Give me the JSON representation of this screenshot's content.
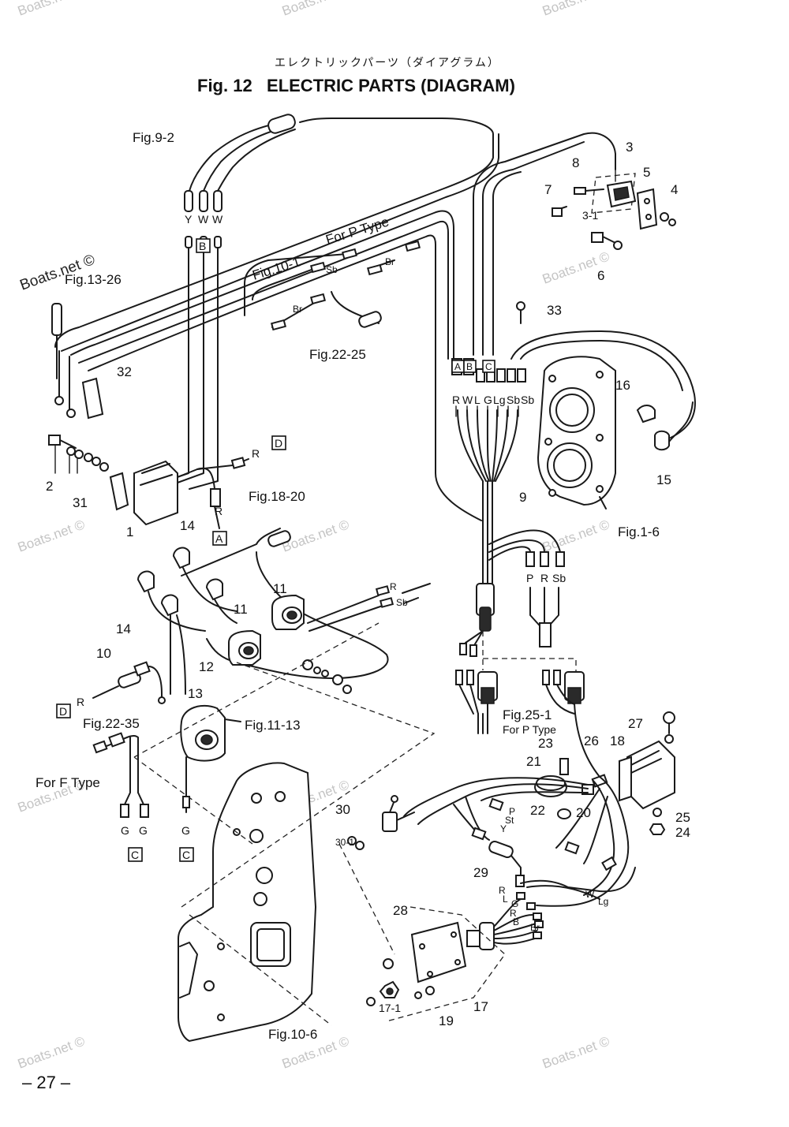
{
  "header": {
    "jp_title": "エレクトリックパーツ（ダイアグラム）",
    "title": "Fig. 12   ELECTRIC PARTS (DIAGRAM)"
  },
  "watermark": {
    "text": "Boats.net ©",
    "main": "Boats.net ©"
  },
  "page_number": "– 27 –",
  "references": {
    "fig_9_2": "Fig.9-2",
    "fig_13_26": "Fig.13-26",
    "fig_10_1": "Fig.10-1",
    "for_p_type_top": "For P Type",
    "fig_22_25": "Fig.22-25",
    "fig_18_20": "Fig.18-20",
    "fig_1_6": "Fig.1-6",
    "fig_22_35": "Fig.22-35",
    "fig_11_13": "Fig.11-13",
    "for_f_type": "For F Type",
    "fig_25_1": "Fig.25-1",
    "for_p_type_bottom": "For P Type",
    "fig_10_6": "Fig.10-6"
  },
  "part_numbers": {
    "p1": "1",
    "p2": "2",
    "p3": "3",
    "p3_1": "3-1",
    "p4": "4",
    "p5": "5",
    "p6": "6",
    "p7": "7",
    "p8": "8",
    "p9": "9",
    "p10": "10",
    "p11a": "11",
    "p11b": "11",
    "p12": "12",
    "p13": "13",
    "p14a": "14",
    "p14b": "14",
    "p15": "15",
    "p16": "16",
    "p17": "17",
    "p17_1": "17-1",
    "p18": "18",
    "p19": "19",
    "p20": "20",
    "p21": "21",
    "p22": "22",
    "p23": "23",
    "p24": "24",
    "p25": "25",
    "p26": "26",
    "p27": "27",
    "p28": "28",
    "p29": "29",
    "p30": "30",
    "p30_1": "30-1",
    "p31": "31",
    "p32": "32",
    "p33": "33"
  },
  "connector_boxes": {
    "b_top": "B",
    "d_top": "D",
    "a_left": "A",
    "d_left": "D",
    "c_left1": "C",
    "c_left2": "C",
    "harness_a": "A",
    "harness_b": "B",
    "harness_c": "C"
  },
  "wire_codes": {
    "ywv": [
      "Y",
      "W",
      "W"
    ],
    "harness": [
      "R",
      "W",
      "L",
      "G",
      "Lg",
      "Sb",
      "Sb"
    ],
    "prsb": [
      "P",
      "R",
      "Sb"
    ],
    "gg": [
      "G",
      "G"
    ],
    "g_single": "G",
    "r_a": "R",
    "r_d_top": "R",
    "r_d_left": "R",
    "sb_top": "Sb",
    "br_top": "Br",
    "br_mid": "Br",
    "r_11": "R",
    "sb_11": "Sb",
    "psty": [
      "P",
      "St",
      "Y"
    ],
    "wlg": [
      "W",
      "Lg"
    ],
    "relay_codes": [
      "R",
      "L",
      "G",
      "R",
      "B",
      "Br"
    ]
  }
}
